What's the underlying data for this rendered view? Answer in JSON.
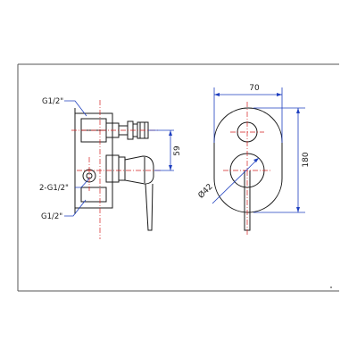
{
  "drawing": {
    "side_view": {
      "labels": {
        "inlet_top": "G1/2\"",
        "outlet_middle": "2-G1/2\"",
        "inlet_bottom": "G1/2\"",
        "dim_height": "59"
      }
    },
    "front_view": {
      "labels": {
        "dim_width": "70",
        "dim_height": "180",
        "dim_diameter": "Ø42"
      }
    },
    "colors": {
      "line": "#1a1a1a",
      "dimension": "#1e3fbf",
      "centerline": "#d42020"
    }
  }
}
